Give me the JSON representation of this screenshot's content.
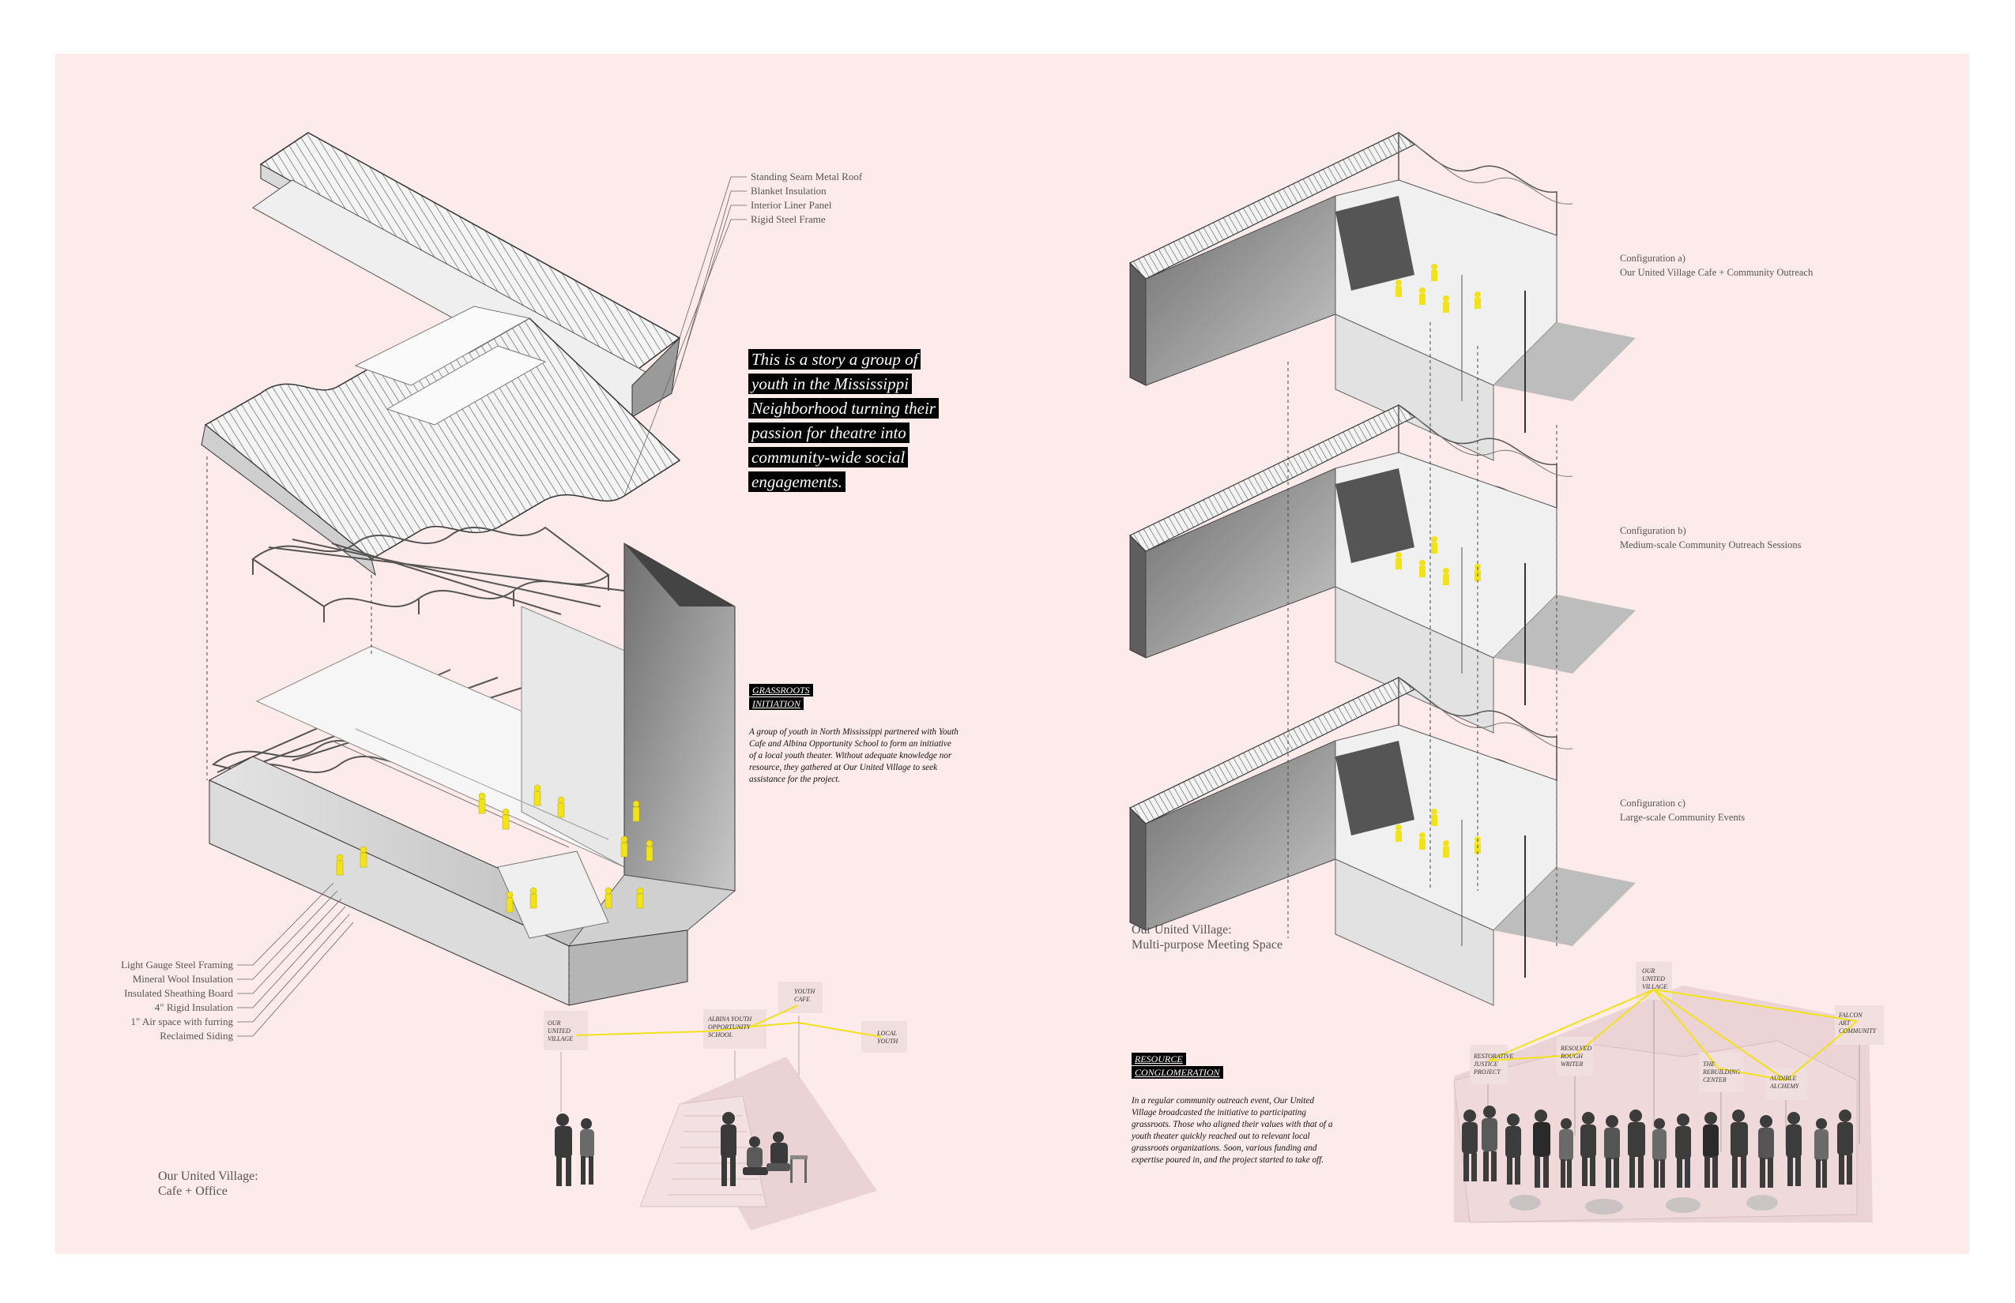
{
  "story_text": "This is a story a group of youth in the Mississippi Neighborhood turning their passion for theatre into community-wide social engagements.",
  "roof_layers": [
    "Standing Seam Metal Roof",
    "Blanket Insulation",
    "Interior Liner Panel",
    "Rigid Steel Frame"
  ],
  "wall_layers": [
    "Light Gauge Steel Framing",
    "Mineral Wool Insulation",
    "Insulated Sheathing Board",
    "4\" Rigid Insulation",
    "1\" Air space with furring",
    "Reclaimed Siding"
  ],
  "grassroots": {
    "heading_line1": "GRASSROOTS",
    "heading_line2": "INITIATION",
    "body": "A group of youth in North Mississippi partnered with Youth Cafe and Albina Opportunity School to form an initiative of a local youth theater. Without adequate knowledge nor resource, they gathered at Our United Village to seek assistance for the project."
  },
  "resource": {
    "heading_line1": "RESOURCE",
    "heading_line2": "CONGLOMERATION",
    "body": "In a regular community outreach event, Our United Village broadcasted the initiative to participating grassroots. Those who aligned their values with that of a youth theater quickly reached out to relevant local grassroots organizations. Soon, various funding and expertise poured in, and the project started to take off."
  },
  "configurations": [
    {
      "title": "Configuration a)",
      "desc": "Our United Village Cafe + Community Outreach"
    },
    {
      "title": "Configuration b)",
      "desc": "Medium-scale Community Outreach Sessions"
    },
    {
      "title": "Configuration c)",
      "desc": "Large-scale Community Events"
    }
  ],
  "caption_left": {
    "line1": "Our United Village:",
    "line2": "Cafe + Office"
  },
  "caption_right": {
    "line1": "Our United Village:",
    "line2": "Multi-purpose Meeting Space"
  },
  "network_left": {
    "our_united_village": [
      "OUR",
      "UNITED",
      "VILLAGE"
    ],
    "albina": [
      "ALBINA YOUTH",
      "OPPORTUNITY",
      "SCHOOL"
    ],
    "youth_cafe": [
      "YOUTH",
      "CAFE"
    ],
    "local_youth": [
      "LOCAL",
      "YOUTH"
    ]
  },
  "network_right": {
    "our_united_village": [
      "OUR",
      "UNITED",
      "VILLAGE"
    ],
    "restorative": [
      "RESTORATIVE",
      "JUSTICE",
      "PROJECT"
    ],
    "resolved": [
      "RESOLVED",
      "ROUGH",
      "WRITER"
    ],
    "rebuilding": [
      "THE",
      "REBUILDING",
      "CENTER"
    ],
    "audible": [
      "AUDIBLE",
      "ALCHEMY"
    ],
    "falcon": [
      "FALCON",
      "ART",
      "COMMUNITY"
    ]
  },
  "colors": {
    "background": "#fdeaea",
    "accent_yellow": "#f2e21a",
    "ink": "#000000"
  }
}
